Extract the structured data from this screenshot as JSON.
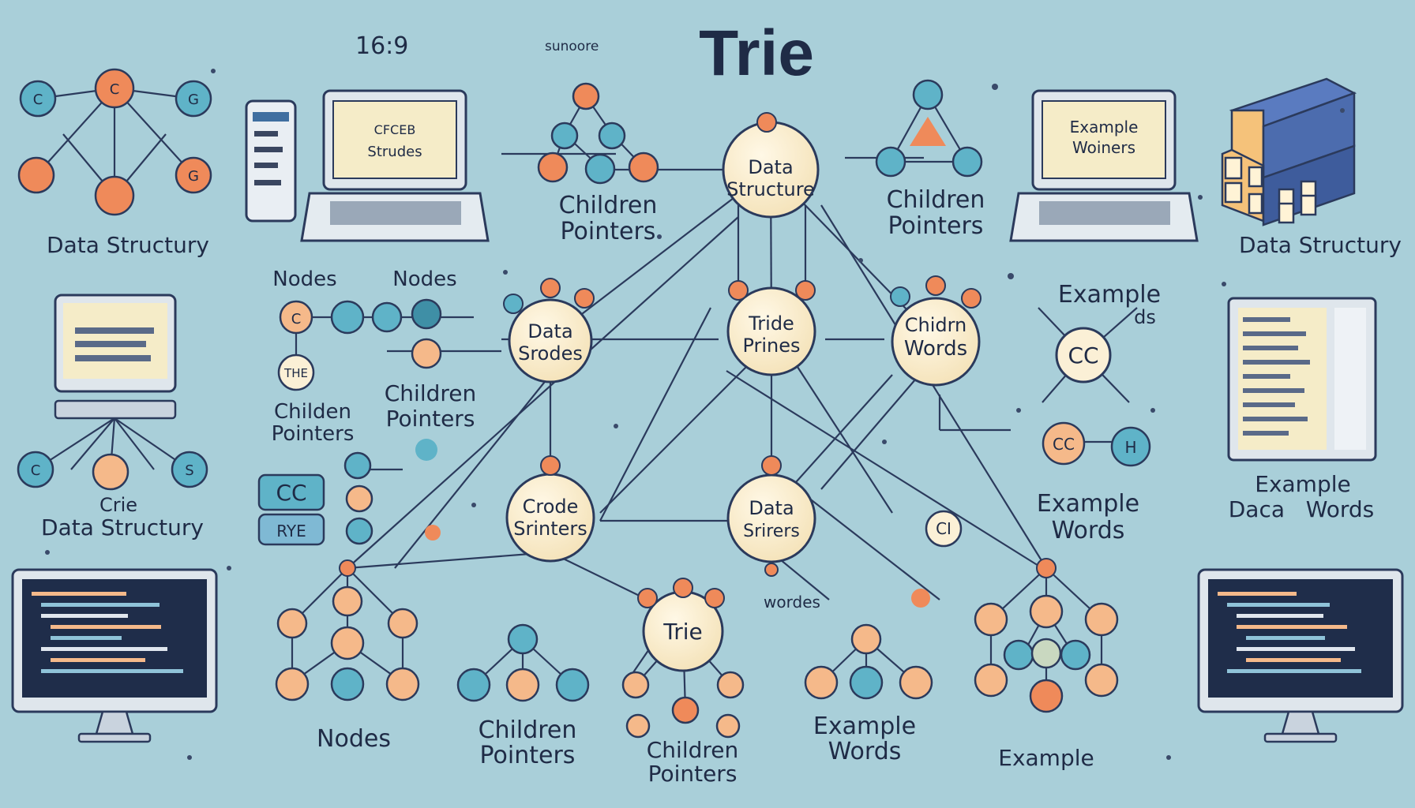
{
  "title": "Trie",
  "top_tags": {
    "ratio": "16:9",
    "source": "sunoore"
  },
  "center_nodes": {
    "root": [
      "Data",
      "Structure"
    ],
    "left": [
      "Data",
      "Srodes"
    ],
    "middle": [
      "Tride",
      "Prines"
    ],
    "right": [
      "Chidrn",
      "Words"
    ],
    "lower_left": [
      "Crode",
      "Srinters"
    ],
    "lower_mid": [
      "Data",
      "Srirers"
    ],
    "bottom": [
      "Trie"
    ]
  },
  "labels": {
    "left_top": "Data Structury",
    "right_top": "Data Structury",
    "children_ptr_1": [
      "Children",
      "Pointers"
    ],
    "children_ptr_2": [
      "Children",
      "Pointers"
    ],
    "nodes_a": "Nodes",
    "nodes_b": "Nodes",
    "the_badge": "THE",
    "children_ptr_3": [
      "Childen",
      "Pointers"
    ],
    "children_ptr_4": [
      "Children",
      "Pointers"
    ],
    "trie_small": "Crie",
    "left_mid": "Data Structury",
    "example_top": [
      "Example",
      "ds"
    ],
    "cc_node": "CC",
    "example_words_right": [
      "Example",
      "Words"
    ],
    "ci_badge": "CI",
    "right_mid": [
      "Example",
      "Daca   Words"
    ],
    "bottom_nodes": "Nodes",
    "bottom_children": [
      "Children",
      "Pointers"
    ],
    "bottom_children_2": [
      "Children",
      "Pointers"
    ],
    "bottom_example": [
      "Example",
      "Words"
    ],
    "bottom_example_2": "Example",
    "wordes": "wordes",
    "btn_cc": "CC",
    "btn_rye": "RYE",
    "laptop_left_text": [
      "CFCEB",
      "Strudes"
    ],
    "laptop_right_text": [
      "Example",
      "Woiners"
    ],
    "cc_small": "CC",
    "h_small": "H"
  },
  "colors": {
    "background": "#a9cfd9",
    "line": "#2b3a5c",
    "node_fill": "#fbf0d6",
    "orange": "#ef8a5a",
    "peach": "#f5b98a",
    "teal": "#5fb3c8",
    "dark_teal": "#3f8fa6"
  },
  "icons": [
    "laptop-icon",
    "phone-icon",
    "monitor-icon",
    "code-screen-icon",
    "books-stack-icon",
    "spreadsheet-icon"
  ]
}
